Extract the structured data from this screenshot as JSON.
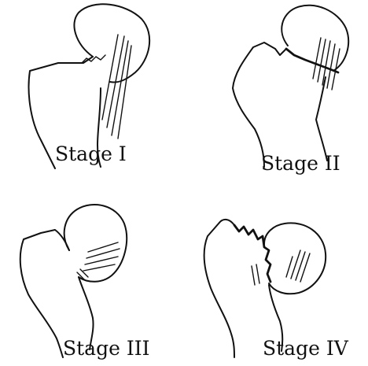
{
  "stages": [
    {
      "label": "Stage I"
    },
    {
      "label": "Stage II"
    },
    {
      "label": "Stage III"
    },
    {
      "label": "Stage IV"
    }
  ],
  "colors": {
    "ink": "#111111",
    "background": "#ffffff"
  }
}
